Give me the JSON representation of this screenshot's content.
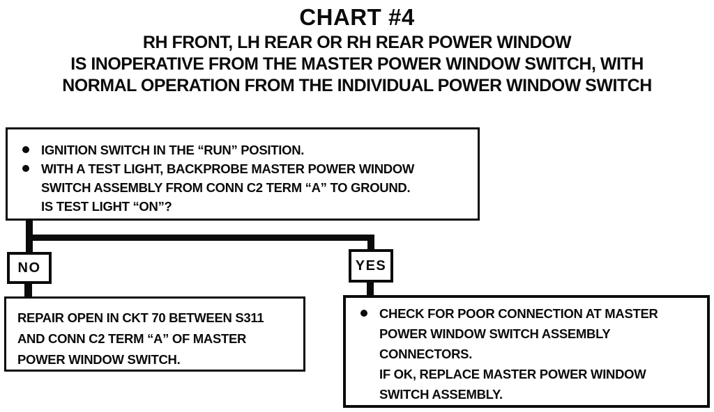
{
  "header": {
    "title": "CHART #4",
    "subtitle_lines": [
      "RH FRONT, LH REAR OR RH REAR POWER WINDOW",
      "IS INOPERATIVE FROM THE MASTER POWER WINDOW SWITCH, WITH",
      "NORMAL OPERATION FROM THE INDIVIDUAL POWER WINDOW SWITCH"
    ]
  },
  "decision_box": {
    "lines": [
      {
        "bullet": true,
        "text": "IGNITION SWITCH IN THE “RUN” POSITION."
      },
      {
        "bullet": true,
        "text": "WITH A TEST LIGHT, BACKPROBE MASTER POWER WINDOW"
      },
      {
        "bullet": false,
        "text": "SWITCH ASSEMBLY FROM CONN C2 TERM “A” TO GROUND."
      },
      {
        "bullet": false,
        "text": "IS TEST LIGHT “ON”?"
      }
    ]
  },
  "no_branch": {
    "label": "NO",
    "result_lines": [
      "REPAIR OPEN IN CKT 70 BETWEEN S311",
      "AND CONN C2 TERM “A” OF MASTER",
      "POWER WINDOW SWITCH."
    ]
  },
  "yes_branch": {
    "label": "YES",
    "result_lines": [
      {
        "bullet": true,
        "text": "CHECK FOR POOR CONNECTION AT MASTER"
      },
      {
        "bullet": false,
        "text": "POWER WINDOW SWITCH ASSEMBLY"
      },
      {
        "bullet": false,
        "text": "CONNECTORS."
      },
      {
        "bullet": false,
        "text": "IF OK, REPLACE MASTER POWER WINDOW"
      },
      {
        "bullet": false,
        "text": "SWITCH ASSEMBLY."
      }
    ]
  },
  "colors": {
    "ink": "#0b0b0b",
    "paper": "#ffffff"
  }
}
